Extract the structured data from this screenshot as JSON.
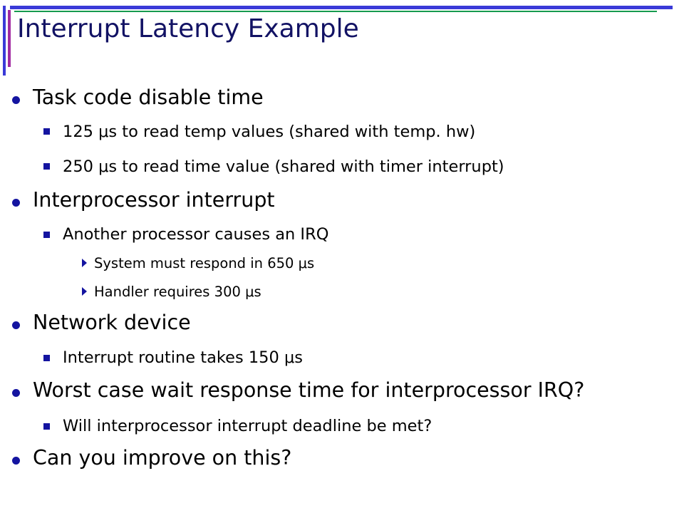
{
  "slide": {
    "title": "Interrupt Latency Example",
    "items": [
      {
        "level": 1,
        "text": "Task code disable time"
      },
      {
        "level": 2,
        "text": "125 μs to read temp values (shared with temp. hw)"
      },
      {
        "level": 2,
        "text": "250 μs to read time value (shared with timer interrupt)"
      },
      {
        "level": 1,
        "text": "Interprocessor interrupt"
      },
      {
        "level": 2,
        "text": "Another processor causes an IRQ"
      },
      {
        "level": 3,
        "text": "System must respond in 650 μs"
      },
      {
        "level": 3,
        "text": "Handler requires 300 μs"
      },
      {
        "level": 1,
        "text": "Network device"
      },
      {
        "level": 2,
        "text": "Interrupt routine takes 150 μs"
      },
      {
        "level": 1,
        "text": "Worst case wait response time for interprocessor IRQ?"
      },
      {
        "level": 2,
        "text": "Will interprocessor interrupt deadline be met?"
      },
      {
        "level": 1,
        "text": "Can you improve on this?"
      }
    ]
  },
  "colors": {
    "title": "#121264",
    "bullet": "#1414a0",
    "frame_blue": "#3a3ad8",
    "frame_green": "#169a4f",
    "frame_purple": "#a12aa1"
  }
}
